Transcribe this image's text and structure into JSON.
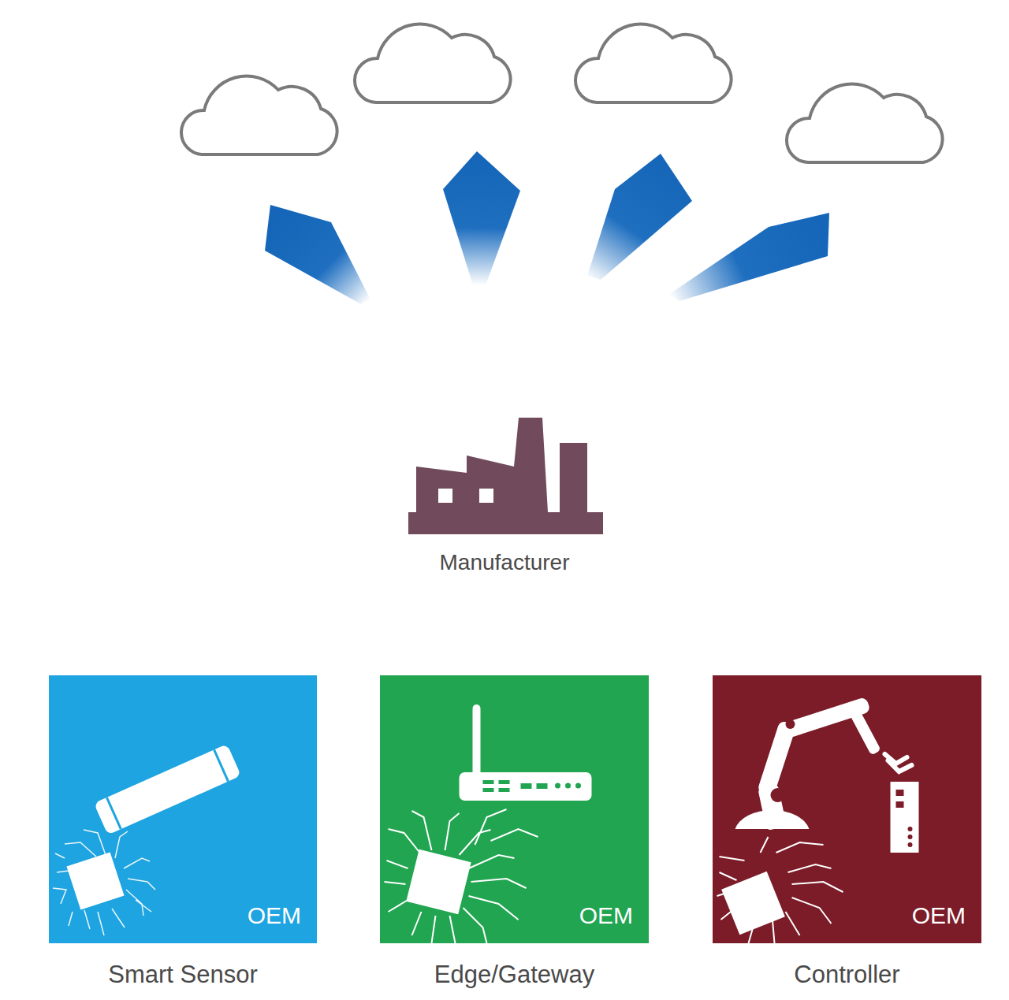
{
  "diagram": {
    "nodes": [
      {
        "text": [
          "Manufacturer"
        ]
      },
      {
        "text": [
          "OEM",
          "Smart Sensor"
        ]
      },
      {
        "text": [
          "OEM",
          "Edge/Gateway"
        ]
      },
      {
        "text": [
          "OEM",
          "Controller"
        ]
      }
    ]
  }
}
